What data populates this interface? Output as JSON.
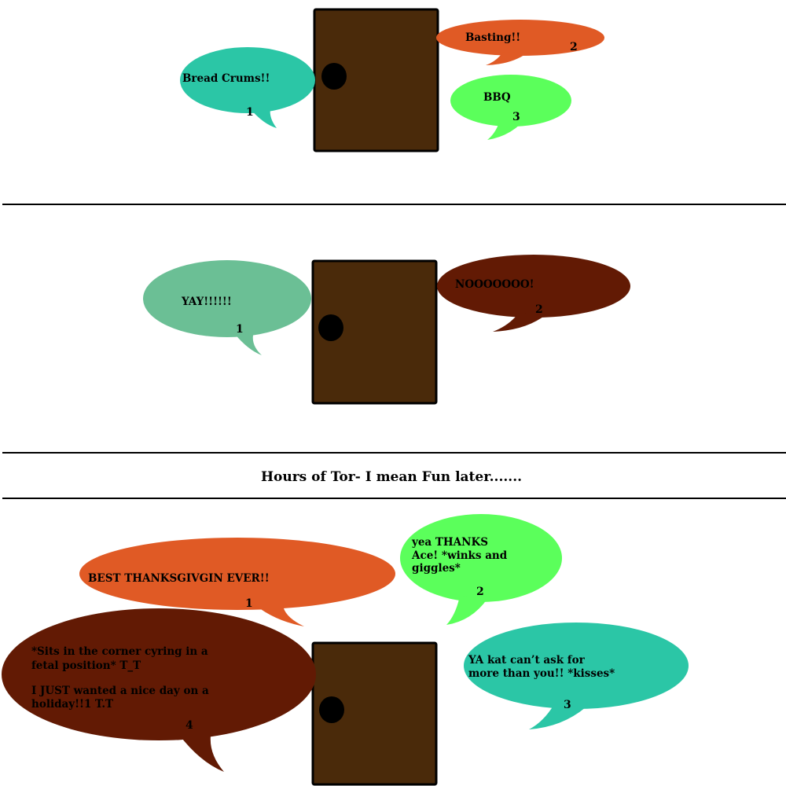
{
  "colors": {
    "teal": "#2BC6A6",
    "orange": "#E05A25",
    "green": "#5BFF5B",
    "sage": "#6BBF95",
    "darkbrown": "#621A04",
    "door": "#4A2A0A"
  },
  "panel1": {
    "bubble1": {
      "text": "Bread Crums!!",
      "num": "1"
    },
    "bubble2": {
      "text": "Basting!!",
      "num": "2"
    },
    "bubble3": {
      "text": "BBQ",
      "num": "3"
    }
  },
  "panel2": {
    "bubble1": {
      "text": "YAY!!!!!!",
      "num": "1"
    },
    "bubble2": {
      "text": "NOOOOOOO!",
      "num": "2"
    }
  },
  "caption": "Hours of Tor- I mean Fun later.......",
  "panel3": {
    "bubble1": {
      "text": "BEST THANKSGIVGIN EVER!!",
      "num": "1"
    },
    "bubble2": {
      "lines": [
        "yea THANKS",
        "Ace! *winks and",
        "giggles*"
      ],
      "num": "2"
    },
    "bubble3": {
      "lines": [
        "YA kat can’t ask for",
        "more than you!! *kisses*"
      ],
      "num": "3"
    },
    "bubble4": {
      "lines": [
        "*Sits in the corner cyring in a",
        "fetal position* T_T",
        "I JUST wanted a nice day on a",
        "holiday!!1 T.T"
      ],
      "num": "4"
    }
  }
}
